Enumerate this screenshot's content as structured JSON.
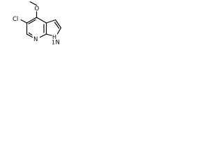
{
  "molecule": {
    "atoms": {
      "chlorine": "Cl",
      "methoxy_oxygen": "O",
      "pyridine_nitrogen": "N",
      "pyrrole_nitrogen": "N",
      "pyrrole_hydrogen": "H",
      "pyrrole_hydrogen_digit": "1"
    }
  }
}
